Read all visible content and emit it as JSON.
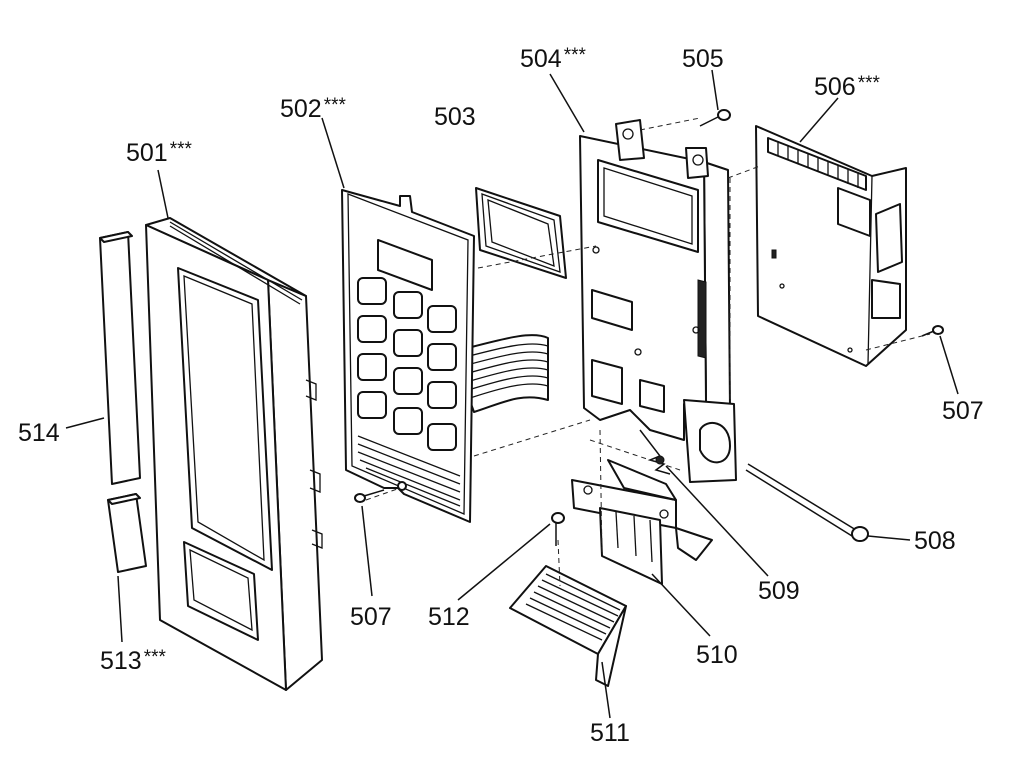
{
  "callouts": [
    {
      "id": "c501",
      "number": "501",
      "mark": "***"
    },
    {
      "id": "c502",
      "number": "502",
      "mark": "***"
    },
    {
      "id": "c503",
      "number": "503",
      "mark": ""
    },
    {
      "id": "c504",
      "number": "504",
      "mark": "***"
    },
    {
      "id": "c505",
      "number": "505",
      "mark": ""
    },
    {
      "id": "c506",
      "number": "506",
      "mark": "***"
    },
    {
      "id": "c507a",
      "number": "507",
      "mark": ""
    },
    {
      "id": "c507b",
      "number": "507",
      "mark": ""
    },
    {
      "id": "c508",
      "number": "508",
      "mark": ""
    },
    {
      "id": "c509",
      "number": "509",
      "mark": ""
    },
    {
      "id": "c510",
      "number": "510",
      "mark": ""
    },
    {
      "id": "c511",
      "number": "511",
      "mark": ""
    },
    {
      "id": "c512",
      "number": "512",
      "mark": ""
    },
    {
      "id": "c513",
      "number": "513",
      "mark": "***"
    },
    {
      "id": "c514",
      "number": "514",
      "mark": ""
    }
  ]
}
